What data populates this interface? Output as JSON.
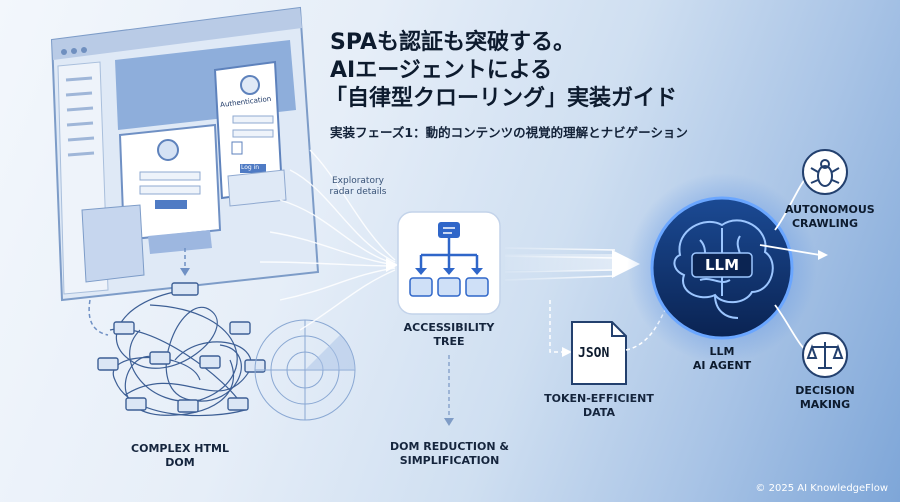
{
  "title": {
    "line1": "SPAも認証も突破する。",
    "line2": "AIエージェントによる",
    "line3": "「自律型クローリング」実装ガイド"
  },
  "subtitle": "実装フェーズ1：動的コンテンツの視覚的理解とナビゲーション",
  "browser_mock": {
    "auth_label": "Authentication",
    "login_button": "Log in"
  },
  "annotations": {
    "exploratory": "Exploratory radar details"
  },
  "nodes": {
    "complex_dom": "COMPLEX HTML DOM",
    "accessibility_tree": "ACCESSIBILITY TREE",
    "dom_reduction": "DOM REDUCTION & SIMPLIFICATION",
    "token_data": "TOKEN-EFFICIENT DATA",
    "json_label": "JSON",
    "llm_badge": "LLM",
    "llm_agent_line1": "LLM",
    "llm_agent_line2": "AI AGENT",
    "autonomous": "AUTONOMOUS CRAWLING",
    "decision": "DECISION MAKING"
  },
  "icons": [
    "browser-window-icon",
    "user-avatar-icon",
    "lock-icon",
    "hierarchy-tree-icon",
    "json-file-icon",
    "brain-icon",
    "bug-icon",
    "scales-icon",
    "radar-icon"
  ],
  "colors": {
    "navy_text": "#0d1b2e",
    "accent_blue": "#2f66c9",
    "glow_blue": "#5aa0ff",
    "agent_circle": "#0f2f66"
  },
  "footer": "© 2025 AI KnowledgeFlow"
}
